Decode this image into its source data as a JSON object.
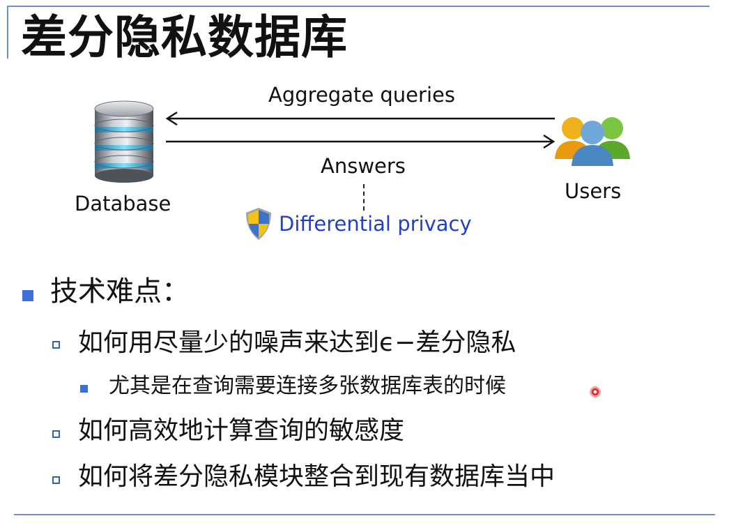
{
  "slide": {
    "title": "差分隐私数据库",
    "accent_color": "#3c6fd8",
    "rule_color": "#6f8fd0"
  },
  "diagram": {
    "database_label": "Database",
    "users_label": "Users",
    "queries_label": "Aggregate queries",
    "answers_label": "Answers",
    "privacy_label": "Differential privacy",
    "privacy_color": "#1f3fcc",
    "icons": [
      "database-icon",
      "users-icon",
      "shield-icon"
    ]
  },
  "bullets": {
    "heading": "技术难点：",
    "items": [
      "如何用尽量少的噪声来达到ϵ−差分隐私",
      "尤其是在查询需要连接多张数据库表的时候",
      "如何高效地计算查询的敏感度",
      "如何将差分隐私模块整合到现有数据库当中"
    ]
  }
}
